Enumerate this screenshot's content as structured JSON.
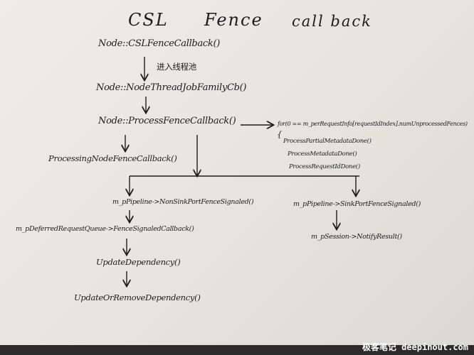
{
  "title": {
    "left": "CSL",
    "middle": "Fence",
    "right": "call back"
  },
  "nodes": {
    "csl_fence_callback": "Node::CSLFenceCallback()",
    "thread_pool_note": "进入线程池",
    "thread_job_family_cb": "Node::NodeThreadJobFamilyCb()",
    "process_fence_callback": "Node::ProcessFenceCallback()",
    "processing_node_fence_callback": "ProcessingNodeFenceCallback()",
    "loop_condition": "for(0 == m_perRequestInfo[requestIdIndex].numUnprocessedFences)",
    "brace": "{",
    "process_partial_metadata_done": "ProcessPartialMetadataDone()",
    "process_metadata_done": "ProcessMetadataDone()",
    "process_request_id_done": "ProcessRequestIdDone()",
    "non_sink_port_fence_signaled": "m_pPipeline->NonSinkPortFenceSignaled()",
    "deferred_request_queue": "m_pDeferredRequestQueue->FenceSignaledCallback()",
    "update_dependency": "UpdateDependency()",
    "update_or_remove_dependency": "UpdateOrRemoveDependency()",
    "sink_port_fence_signaled": "m_pPipeline->SinkPortFenceSignaled()",
    "notify_result": "m_pSession->NotifyResult()"
  },
  "watermark": "极客笔记 deepinout.com"
}
